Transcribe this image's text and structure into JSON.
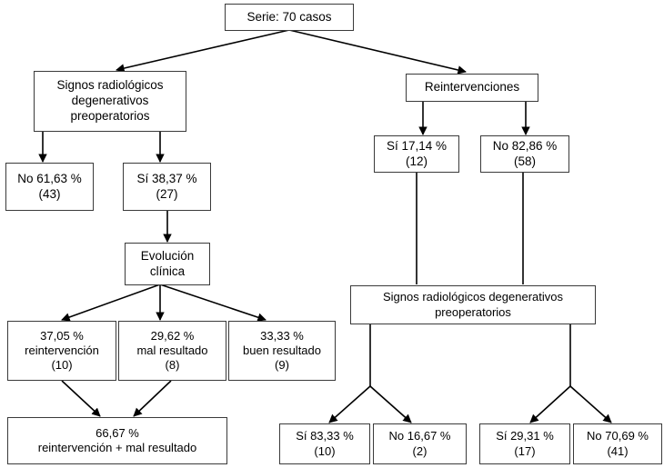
{
  "diagram": {
    "title_node": {
      "label": "Serie: 70 casos"
    },
    "left_branch": {
      "root": {
        "label": "Signos radiológicos\ndegenerativos\npreoperatorios"
      },
      "no_node": {
        "label": "No 61,63 %\n(43)"
      },
      "si_node": {
        "label": "Sí 38,37 %\n(27)"
      },
      "evolucion": {
        "label": "Evolución\nclínica"
      },
      "outcomes": [
        {
          "label": "37,05 %\nreintervención\n(10)"
        },
        {
          "label": "29,62 %\nmal resultado\n(8)"
        },
        {
          "label": "33,33 %\nbuen resultado\n(9)"
        }
      ],
      "combined": {
        "label": "66,67 %\nreintervención + mal resultado"
      }
    },
    "right_branch": {
      "root": {
        "label": "Reintervenciones"
      },
      "si_node": {
        "label": "Sí 17,14 %\n(12)"
      },
      "no_node": {
        "label": "No 82,86 %\n(58)"
      },
      "signos": {
        "label": "Signos radiológicos degenerativos\npreoperatorios"
      },
      "leaves": [
        {
          "label": "Sí 83,33 %\n(10)"
        },
        {
          "label": "No 16,67 %\n(2)"
        },
        {
          "label": "Sí 29,31 %\n(17)"
        },
        {
          "label": "No 70,69 %\n(41)"
        }
      ]
    },
    "colors": {
      "box_border": "#3a3a3a",
      "box_fill": "#ffffff",
      "edge": "#000000",
      "text": "#000000"
    }
  },
  "chart_data": {
    "type": "table",
    "title": "Serie: 70 casos",
    "nodes": [
      {
        "id": "root",
        "label": "Serie: 70 casos",
        "n": 70
      },
      {
        "id": "L-signos",
        "label": "Signos radiológicos degenerativos preoperatorios"
      },
      {
        "id": "L-no",
        "label": "No 61,63 %",
        "percent": 61.63,
        "n": 43
      },
      {
        "id": "L-si",
        "label": "Sí 38,37 %",
        "percent": 38.37,
        "n": 27
      },
      {
        "id": "L-evol",
        "label": "Evolución clínica"
      },
      {
        "id": "L-reint",
        "label": "reintervención",
        "percent": 37.05,
        "n": 10
      },
      {
        "id": "L-mal",
        "label": "mal resultado",
        "percent": 29.62,
        "n": 8
      },
      {
        "id": "L-buen",
        "label": "buen resultado",
        "percent": 33.33,
        "n": 9
      },
      {
        "id": "L-comb",
        "label": "reintervención + mal resultado",
        "percent": 66.67
      },
      {
        "id": "R-reint",
        "label": "Reintervenciones"
      },
      {
        "id": "R-si",
        "label": "Sí 17,14 %",
        "percent": 17.14,
        "n": 12
      },
      {
        "id": "R-no",
        "label": "No 82,86 %",
        "percent": 82.86,
        "n": 58
      },
      {
        "id": "R-signos",
        "label": "Signos radiológicos degenerativos preoperatorios"
      },
      {
        "id": "R-si-si",
        "label": "Sí 83,33 %",
        "percent": 83.33,
        "n": 10
      },
      {
        "id": "R-si-no",
        "label": "No 16,67 %",
        "percent": 16.67,
        "n": 2
      },
      {
        "id": "R-no-si",
        "label": "Sí 29,31 %",
        "percent": 29.31,
        "n": 17
      },
      {
        "id": "R-no-no",
        "label": "No 70,69 %",
        "percent": 70.69,
        "n": 41
      }
    ],
    "edges": [
      [
        "root",
        "L-signos"
      ],
      [
        "root",
        "R-reint"
      ],
      [
        "L-signos",
        "L-no"
      ],
      [
        "L-signos",
        "L-si"
      ],
      [
        "L-si",
        "L-evol"
      ],
      [
        "L-evol",
        "L-reint"
      ],
      [
        "L-evol",
        "L-mal"
      ],
      [
        "L-evol",
        "L-buen"
      ],
      [
        "L-reint",
        "L-comb"
      ],
      [
        "L-mal",
        "L-comb"
      ],
      [
        "R-reint",
        "R-si"
      ],
      [
        "R-reint",
        "R-no"
      ],
      [
        "R-si",
        "R-signos"
      ],
      [
        "R-no",
        "R-signos"
      ],
      [
        "R-signos",
        "R-si-si"
      ],
      [
        "R-signos",
        "R-si-no"
      ],
      [
        "R-signos",
        "R-no-si"
      ],
      [
        "R-signos",
        "R-no-no"
      ]
    ]
  }
}
